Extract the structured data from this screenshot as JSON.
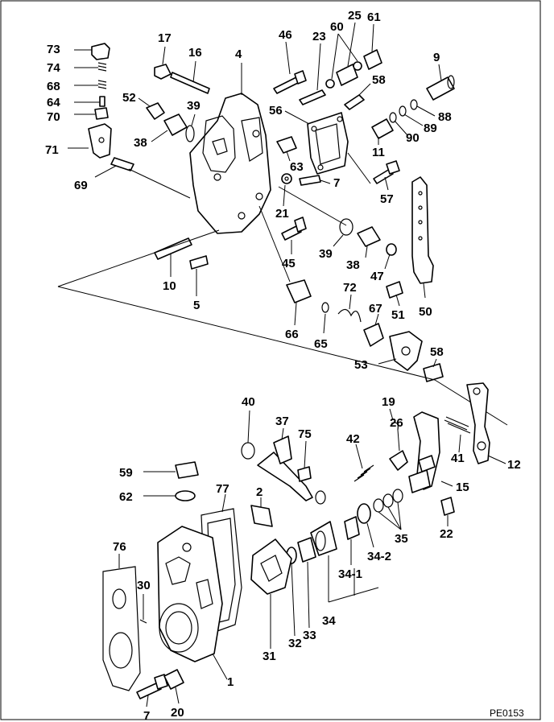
{
  "diagram_ref": "PE0153",
  "labels": {
    "l73": "73",
    "l74": "74",
    "l68": "68",
    "l64": "64",
    "l70": "70",
    "l71": "71",
    "l69": "69",
    "l17": "17",
    "l16": "16",
    "l4": "4",
    "l52": "52",
    "l39a": "39",
    "l38a": "38",
    "l46": "46",
    "l23": "23",
    "l60": "60",
    "l25": "25",
    "l61": "61",
    "l9": "9",
    "l58a": "58",
    "l56": "56",
    "l88": "88",
    "l89": "89",
    "l90": "90",
    "l11": "11",
    "l63": "63",
    "l7a": "7",
    "l21": "21",
    "l57": "57",
    "l39b": "39",
    "l38b": "38",
    "l45": "45",
    "l47": "47",
    "l10": "10",
    "l5": "5",
    "l72": "72",
    "l51": "51",
    "l67": "67",
    "l50": "50",
    "l66": "66",
    "l65": "65",
    "l53": "53",
    "l58b": "58",
    "l40": "40",
    "l37": "37",
    "l75": "75",
    "l19": "19",
    "l26": "26",
    "l42": "42",
    "l41": "41",
    "l12": "12",
    "l59": "59",
    "l15": "15",
    "l62": "62",
    "l77": "77",
    "l2": "2",
    "l35": "35",
    "l22": "22",
    "l76": "76",
    "l30": "30",
    "l34_2": "34-2",
    "l34_1": "34-1",
    "l31": "31",
    "l32": "32",
    "l33": "33",
    "l34": "34",
    "l1": "1",
    "l7b": "7",
    "l20": "20"
  }
}
